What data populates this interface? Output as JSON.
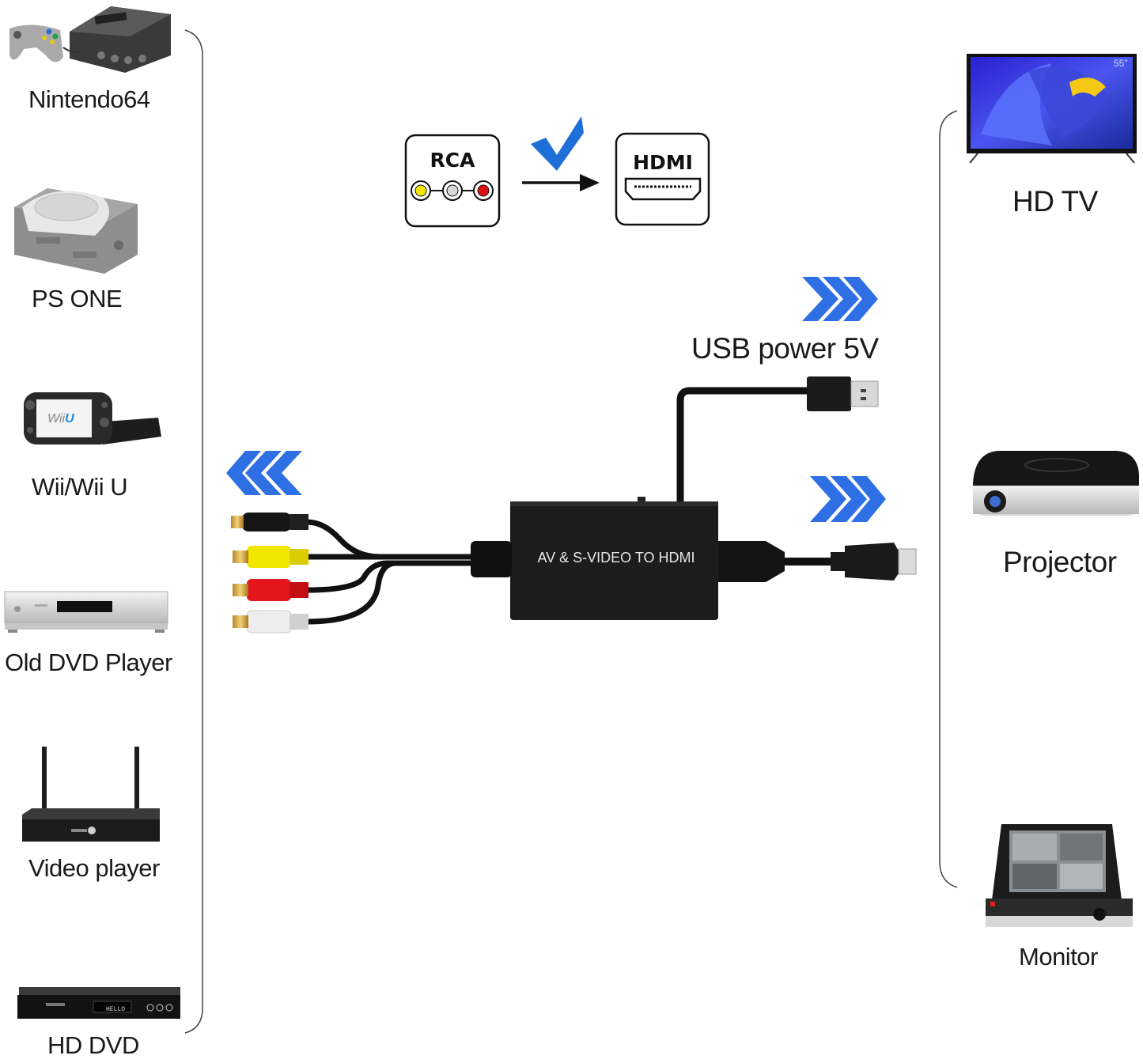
{
  "sources": [
    {
      "label": "Nintendo64",
      "icon": "nintendo64-console-icon"
    },
    {
      "label": "PS ONE",
      "icon": "ps-one-console-icon"
    },
    {
      "label": "Wii/Wii U",
      "icon": "wii-u-console-icon",
      "logo": "Wii U"
    },
    {
      "label": "Old DVD Player",
      "icon": "dvd-player-icon"
    },
    {
      "label": "Video player",
      "icon": "video-player-router-icon"
    },
    {
      "label": "HD DVD",
      "icon": "hd-dvd-player-icon",
      "display": "HELLO"
    }
  ],
  "destinations": [
    {
      "label": "HD TV",
      "icon": "tv-icon",
      "size_badge": "55\""
    },
    {
      "label": "Projector",
      "icon": "projector-icon"
    },
    {
      "label": "Monitor",
      "icon": "monitor-icon"
    }
  ],
  "conversion": {
    "from_label": "RCA",
    "to_label": "HDMI",
    "check_icon": "checkmark-icon",
    "arrow_icon": "arrow-right-icon"
  },
  "device": {
    "label": "AV & S-VIDEO TO HDMI",
    "usb_label": "USB power 5V"
  },
  "colors": {
    "accent_blue": "#2f6fe4",
    "cable_black": "#111111",
    "rca_yellow": "#f3e600",
    "rca_red": "#e4161c",
    "rca_white": "#eeeeee"
  }
}
